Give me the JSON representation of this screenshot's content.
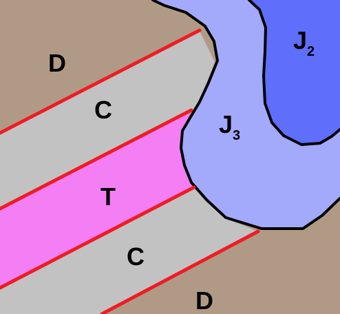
{
  "colors": {
    "background": "#ffffff",
    "unit_d": "#b09a86",
    "unit_c": "#c2c2c2",
    "unit_t": "#f47ff5",
    "intrusion_j3": "#a3a9fb",
    "intrusion_j2": "#5f6efb",
    "contact_line": "#ee1c24",
    "outline": "#000000"
  },
  "labels": {
    "d_upper": "D",
    "c_upper": "C",
    "t_middle": "T",
    "c_lower": "C",
    "d_lower": "D",
    "j3_main": "J",
    "j3_sub": "3",
    "j2_main": "J",
    "j2_sub": "2"
  }
}
